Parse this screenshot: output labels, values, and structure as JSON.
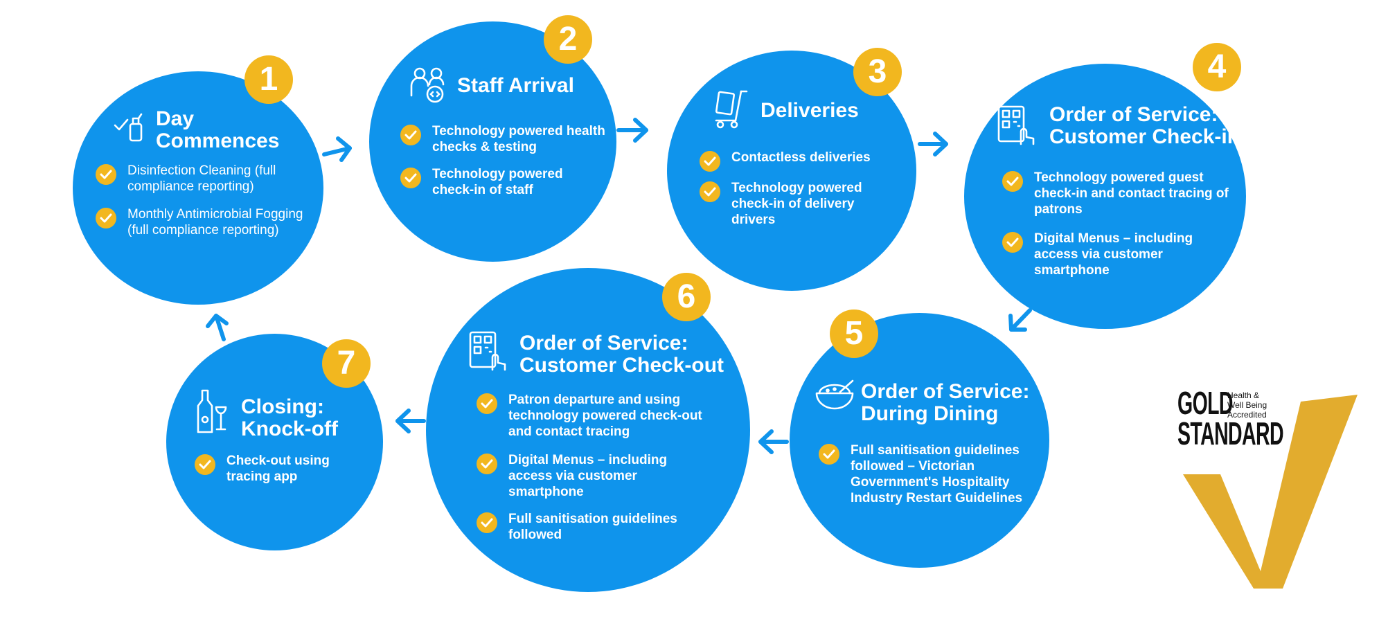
{
  "steps": [
    {
      "number": "1",
      "title": "Day\nCommences",
      "icon": "spray-bottle-icon",
      "items": [
        "Disinfection Cleaning (full compliance reporting)",
        "Monthly Antimicrobial Fogging (full compliance reporting)"
      ]
    },
    {
      "number": "2",
      "title": "Staff Arrival",
      "icon": "staff-people-icon",
      "items": [
        "Technology powered health checks & testing",
        "Technology powered check-in of staff"
      ]
    },
    {
      "number": "3",
      "title": "Deliveries",
      "icon": "hand-truck-icon",
      "items": [
        "Contactless deliveries",
        "Technology powered check-in of delivery drivers"
      ]
    },
    {
      "number": "4",
      "title": "Order of Service:\nCustomer Check-ins",
      "icon": "qr-tap-icon",
      "items": [
        "Technology powered guest check-in and contact tracing of patrons",
        "Digital Menus – including access via customer smartphone"
      ]
    },
    {
      "number": "5",
      "title": "Order of Service:\nDuring Dining",
      "icon": "dining-bowl-icon",
      "items": [
        "Full sanitisation guidelines followed – Victorian Government's Hospitality Industry Restart Guidelines"
      ]
    },
    {
      "number": "6",
      "title": "Order of Service:\nCustomer Check-out",
      "icon": "qr-tap-icon",
      "items": [
        "Patron departure and using technology powered check-out and contact tracing",
        "Digital Menus – including access via customer smartphone",
        "Full sanitisation guidelines followed"
      ]
    },
    {
      "number": "7",
      "title": "Closing:\nKnock-off",
      "icon": "wine-bottle-icon",
      "items": [
        "Check-out using tracing app"
      ]
    }
  ],
  "logo": {
    "line1": "GOLD",
    "line2": "STANDARD",
    "tagline": "Health &\nWell Being\nAccredited"
  },
  "colors": {
    "circle": "#0f94ec",
    "badge": "#f2b71f",
    "arrow": "#0f94ec",
    "logo_gold": "#e2ac2e"
  }
}
